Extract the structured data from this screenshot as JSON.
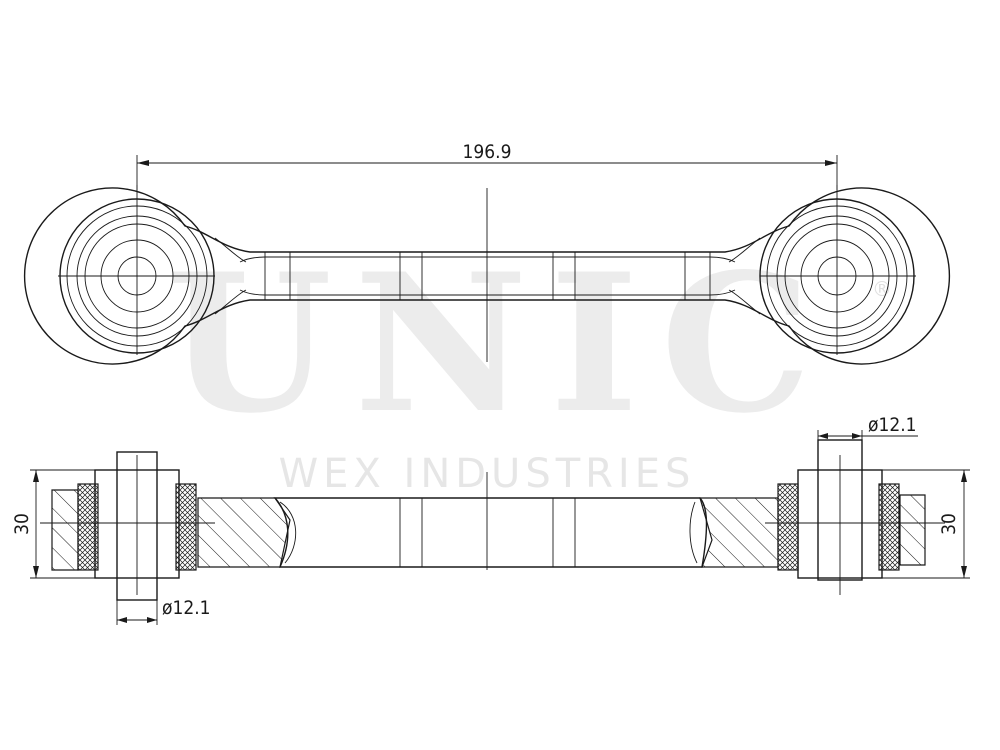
{
  "watermark": {
    "brand": "UNIC",
    "registered": "®",
    "company": "WEX INDUSTRIES"
  },
  "dimensions": {
    "length": "196.9",
    "bore_left": "ø12.1",
    "bore_right": "ø12.1",
    "height_left": "30",
    "height_right": "30"
  },
  "colors": {
    "line": "#1a1a1a",
    "watermark": "#ececec"
  }
}
